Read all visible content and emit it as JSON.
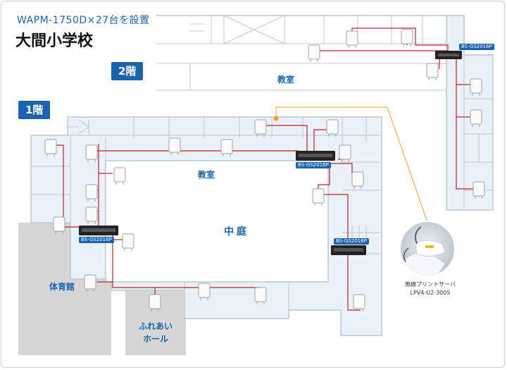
{
  "header": {
    "subtitle": "WAPM-1750D×27台を設置",
    "title": "大間小学校"
  },
  "floors": {
    "second": {
      "label": "2階"
    },
    "first": {
      "label": "1階"
    }
  },
  "rooms": {
    "classroom_2f": "教室",
    "classroom_1f": "教室",
    "courtyard": "中庭",
    "gym": "体育館",
    "hall_line1": "ふれあい",
    "hall_line2": "ホール"
  },
  "switches": {
    "sw_2f": "BS-GS2016P",
    "sw_center": "BS-GS2016P",
    "sw_left": "BS-GS2016P",
    "sw_right": "BS-GS2016P"
  },
  "print_server": {
    "line1": "無線プリントサーバ",
    "line2": "LPV4-U2-300S"
  },
  "colors": {
    "accent": "#1a63b0",
    "wiring": "#c0202a",
    "printer_link": "#e8a21e",
    "floor_fill": "#eaf2f9",
    "wall": "#b9c7d5",
    "shade": "#d6d6d6"
  }
}
